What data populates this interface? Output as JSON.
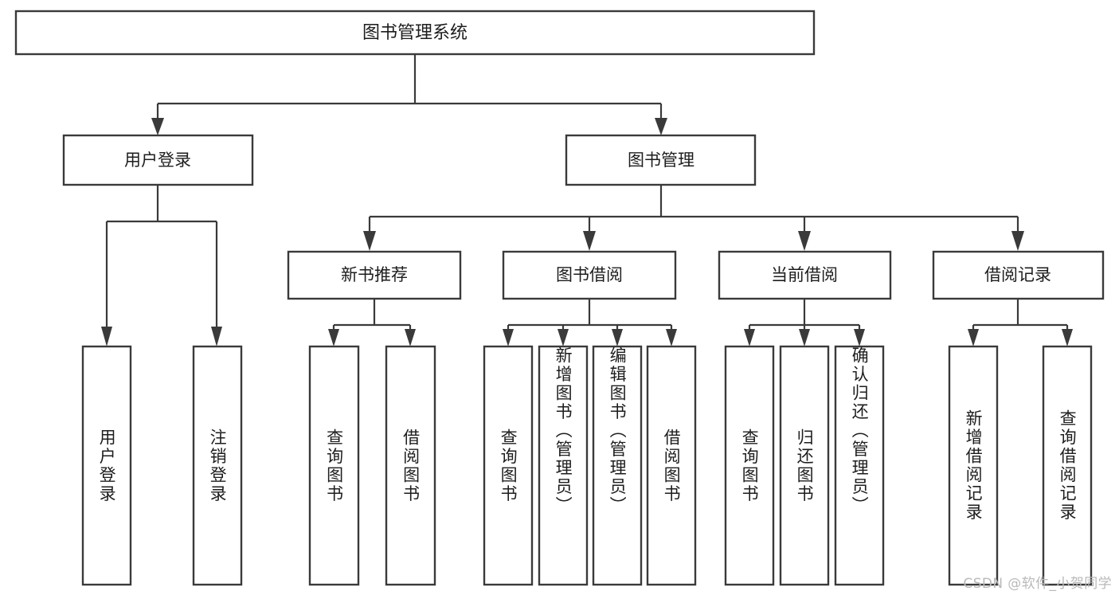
{
  "diagram": {
    "title": "图书管理系统",
    "type": "tree-hierarchy",
    "root": {
      "label": "图书管理系统"
    },
    "level2": [
      {
        "label": "用户登录"
      },
      {
        "label": "图书管理"
      }
    ],
    "level3": [
      {
        "label": "新书推荐"
      },
      {
        "label": "图书借阅"
      },
      {
        "label": "当前借阅"
      },
      {
        "label": "借阅记录"
      }
    ],
    "leaves": {
      "user_login": [
        {
          "label": "用户登录"
        },
        {
          "label": "注销登录"
        }
      ],
      "new_book_recommend": [
        {
          "label": "查询图书"
        },
        {
          "label": "借阅图书"
        }
      ],
      "book_borrow": [
        {
          "label": "查询图书"
        },
        {
          "label": "新增图书（管理员）"
        },
        {
          "label": "编辑图书（管理员）"
        },
        {
          "label": "借阅图书"
        }
      ],
      "current_borrow": [
        {
          "label": "查询图书"
        },
        {
          "label": "归还图书"
        },
        {
          "label": "确认归还（管理员）"
        }
      ],
      "borrow_record": [
        {
          "label": "新增借阅记录"
        },
        {
          "label": "查询借阅记录"
        }
      ]
    }
  },
  "watermark": {
    "text": "CSDN @软件_小贺同学"
  },
  "colors": {
    "box_stroke": "#3a3a3a",
    "box_fill": "#ffffff",
    "text": "#1d1d1d",
    "connector": "#3a3a3a",
    "watermark": "#b9b9b9",
    "background": "#ffffff"
  }
}
